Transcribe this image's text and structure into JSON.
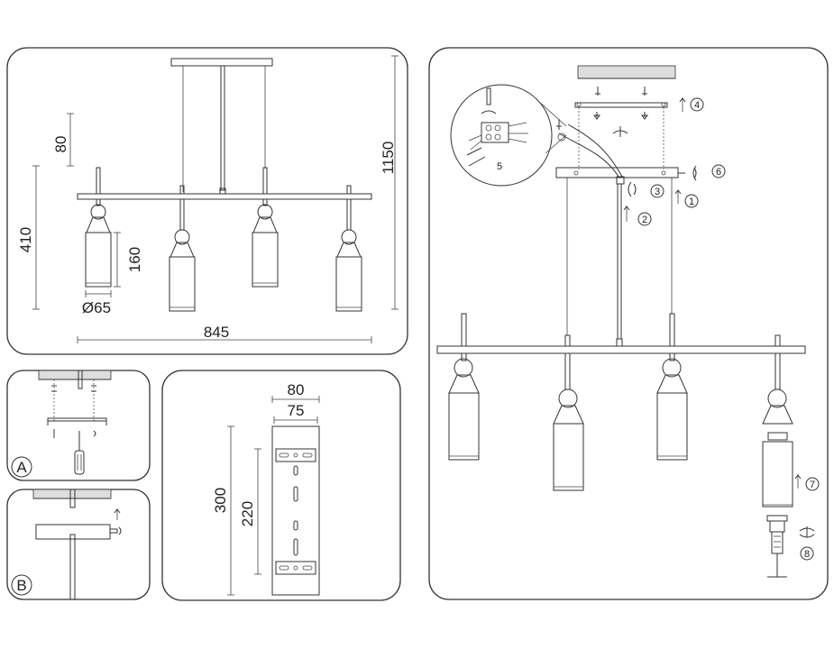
{
  "dimensions": {
    "canopy_height": "80",
    "overall_height": "1150",
    "shade_total_height": "410",
    "tube_height": "160",
    "tube_diameter": "Ø65",
    "overall_width": "845",
    "bracket_outer_width": "80",
    "bracket_inner_width": "75",
    "bracket_length": "300",
    "bracket_hole_spacing": "220"
  },
  "panels": {
    "a_label": "A",
    "b_label": "B"
  },
  "steps": [
    "1",
    "2",
    "3",
    "4",
    "5",
    "6",
    "7",
    "8"
  ]
}
